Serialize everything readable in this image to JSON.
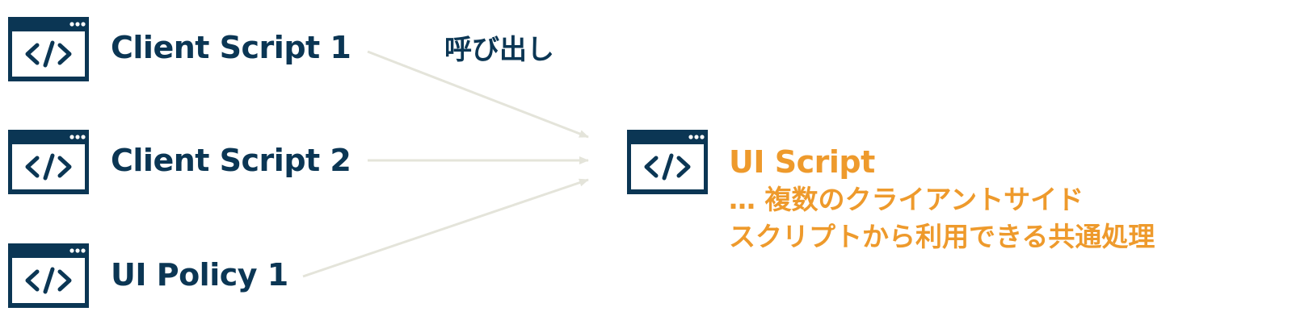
{
  "colors": {
    "navy": "#0b3654",
    "orange": "#ee9a2c",
    "arrow": "#e4e4da"
  },
  "sources": [
    {
      "label": "Client Script 1",
      "icon": "code-window-icon"
    },
    {
      "label": "Client Script 2",
      "icon": "code-window-icon"
    },
    {
      "label": "UI Policy 1",
      "icon": "code-window-icon"
    }
  ],
  "call_label": "呼び出し",
  "target": {
    "icon": "code-window-icon",
    "title": "UI Script",
    "description_line1": "… 複数のクライアントサイド",
    "description_line2": "スクリプトから利用できる共通処理"
  }
}
